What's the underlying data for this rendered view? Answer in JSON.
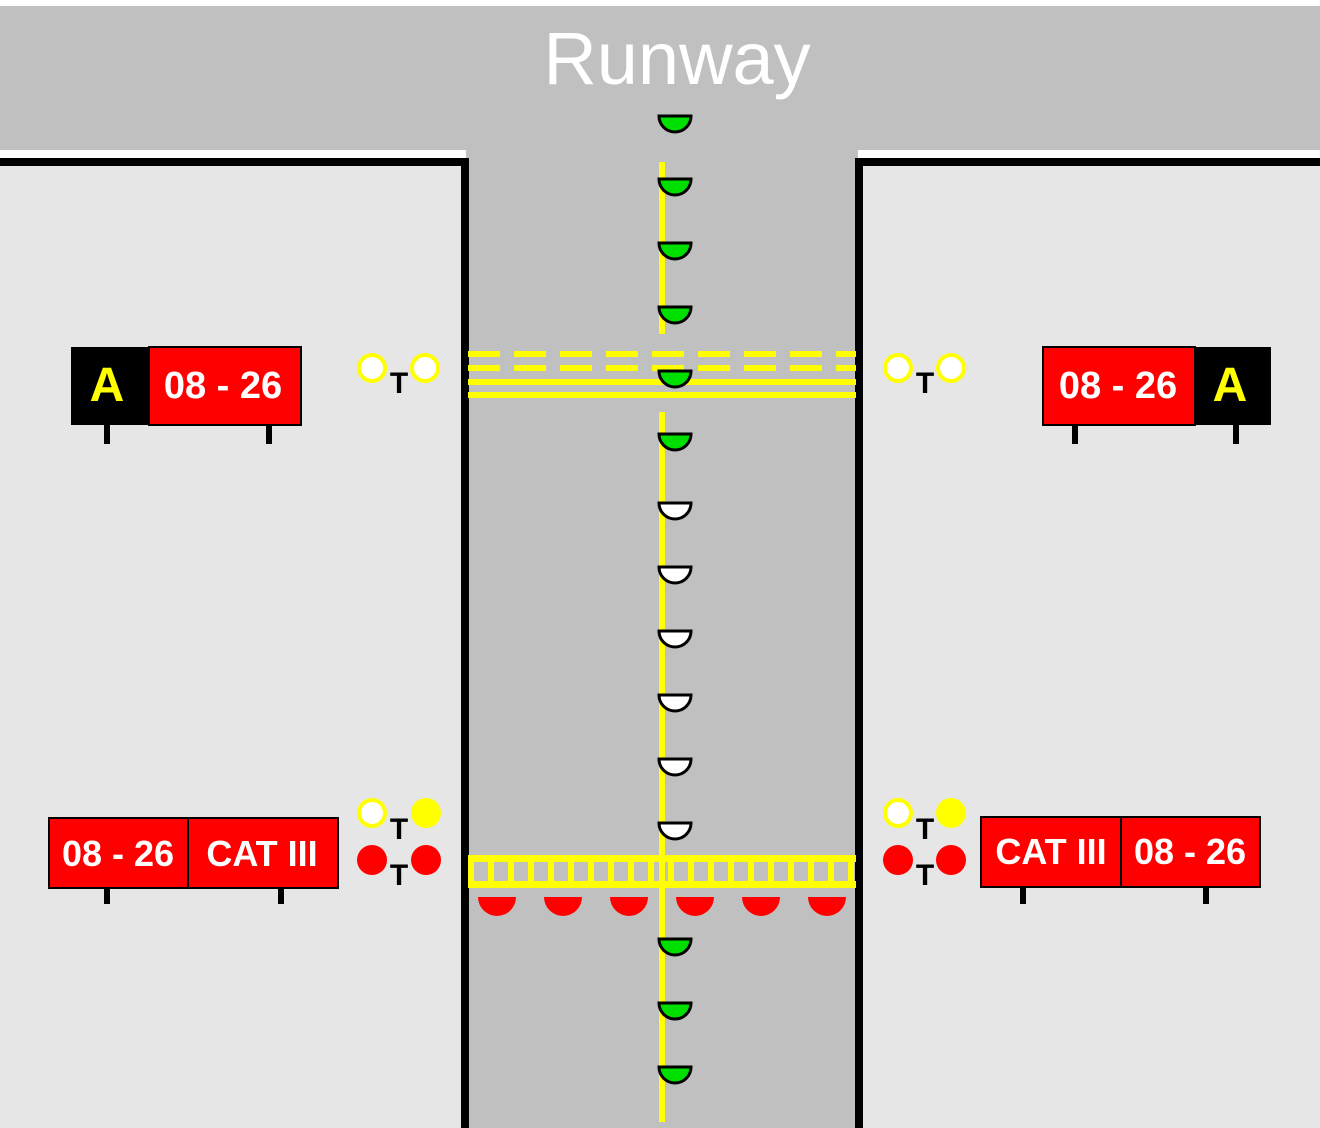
{
  "runway": {
    "label": "Runway"
  },
  "colors": {
    "runway": "#c0c0c0",
    "taxiway": "#c0c0c0",
    "ground": "#e6e6e6",
    "marking": "#ffff00",
    "green_light": "#00e000",
    "red_light": "#ff0000",
    "sign_red": "#ff0000",
    "sign_black": "#000000",
    "sign_text_white": "#ffffff",
    "sign_text_yellow": "#ffff00",
    "edge": "#000000"
  },
  "signs": {
    "upper_left": {
      "location": "A",
      "mandatory": "08 - 26"
    },
    "upper_right": {
      "mandatory": "08 - 26",
      "location": "A"
    },
    "lower_left": {
      "designator": "08 - 26",
      "category": "CAT III"
    },
    "lower_right": {
      "category": "CAT III",
      "designator": "08 - 26"
    }
  },
  "guard_lights": {
    "label": "T",
    "upper_left_state": "off",
    "upper_right_state": "off",
    "lower_left_yellow_state": "partial",
    "lower_left_red_state": "on",
    "lower_right_yellow_state": "partial",
    "lower_right_red_state": "on"
  },
  "centerline_lights": {
    "states": [
      "green",
      "green",
      "green",
      "green",
      "green",
      "green",
      "off",
      "off",
      "off",
      "off",
      "off",
      "off",
      "green",
      "green",
      "green"
    ]
  },
  "stop_bar": {
    "state": "on",
    "light_count": 6
  },
  "holding_positions": {
    "upper": "pattern-a-holding-marking",
    "lower": "ils-critical-area-marking"
  }
}
